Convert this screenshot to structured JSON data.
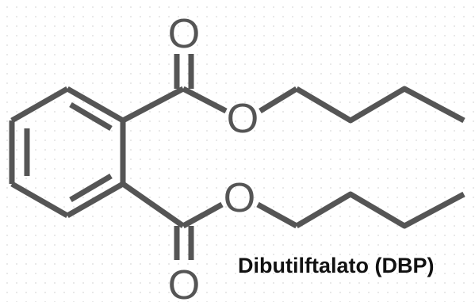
{
  "caption": "Dibutilftalato (DBP)",
  "atoms": {
    "carbonyl_oxygen_top": "O",
    "ester_oxygen_top": "O",
    "ester_oxygen_bottom": "O",
    "carbonyl_oxygen_bottom": "O"
  },
  "colors": {
    "bond": "#555555",
    "caption": "#111111",
    "background": "#ffffff",
    "dot_pattern": "#e2e2e2"
  }
}
